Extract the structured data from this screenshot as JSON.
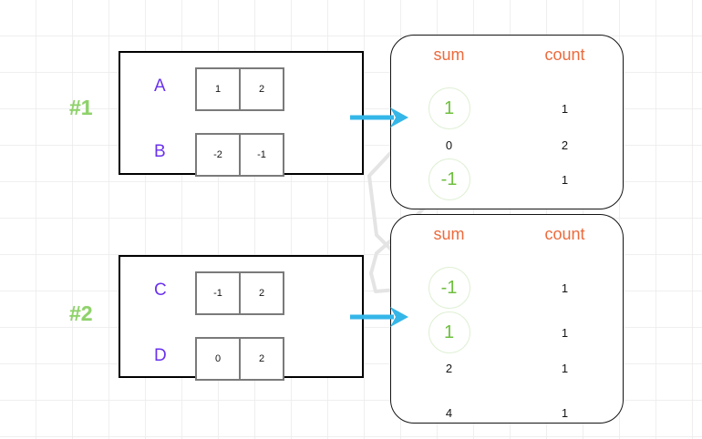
{
  "diagram": {
    "title": "shuffle-merge-of-partial-aggregates",
    "colors": {
      "sequence_label": "#8ed26a",
      "row_letter": "#6a32ee",
      "header": "#ed6a3c",
      "highlight_value": "#6fbf3f",
      "arrow": "#34b6e8",
      "link_line": "#e2e2e2",
      "cell_border": "#7a7a7a",
      "box_border": "#000000"
    }
  },
  "groups": [
    {
      "sequence_label": "#1",
      "name": "group-1",
      "rows": [
        {
          "label": "A",
          "cells": [
            "1",
            "2"
          ]
        },
        {
          "label": "B",
          "cells": [
            "-2",
            "-1"
          ]
        }
      ]
    },
    {
      "sequence_label": "#2",
      "name": "group-2",
      "rows": [
        {
          "label": "C",
          "cells": [
            "-1",
            "2"
          ]
        },
        {
          "label": "D",
          "cells": [
            "0",
            "2"
          ]
        }
      ]
    }
  ],
  "agg_tables": [
    {
      "name": "agg-table-1",
      "headers": [
        "sum",
        "count"
      ],
      "rows": [
        {
          "sum": "1",
          "count": "1",
          "highlight": true
        },
        {
          "sum": "0",
          "count": "2",
          "highlight": false
        },
        {
          "sum": "-1",
          "count": "1",
          "highlight": true
        }
      ]
    },
    {
      "name": "agg-table-2",
      "headers": [
        "sum",
        "count"
      ],
      "rows": [
        {
          "sum": "-1",
          "count": "1",
          "highlight": true
        },
        {
          "sum": "1",
          "count": "1",
          "highlight": true
        },
        {
          "sum": "2",
          "count": "1",
          "highlight": false
        },
        {
          "sum": "4",
          "count": "1",
          "highlight": false
        }
      ]
    }
  ],
  "arrows": [
    {
      "name": "arrow-group-1-to-agg-1"
    },
    {
      "name": "arrow-group-2-to-agg-2"
    }
  ],
  "links": [
    {
      "name": "link-one-to-one",
      "from": "agg-1.sum.1",
      "to": "agg-2.sum.1"
    },
    {
      "name": "link-minus-one-pair",
      "from": "agg-1.sum.-1",
      "to": "agg-2.sum.-1"
    }
  ]
}
